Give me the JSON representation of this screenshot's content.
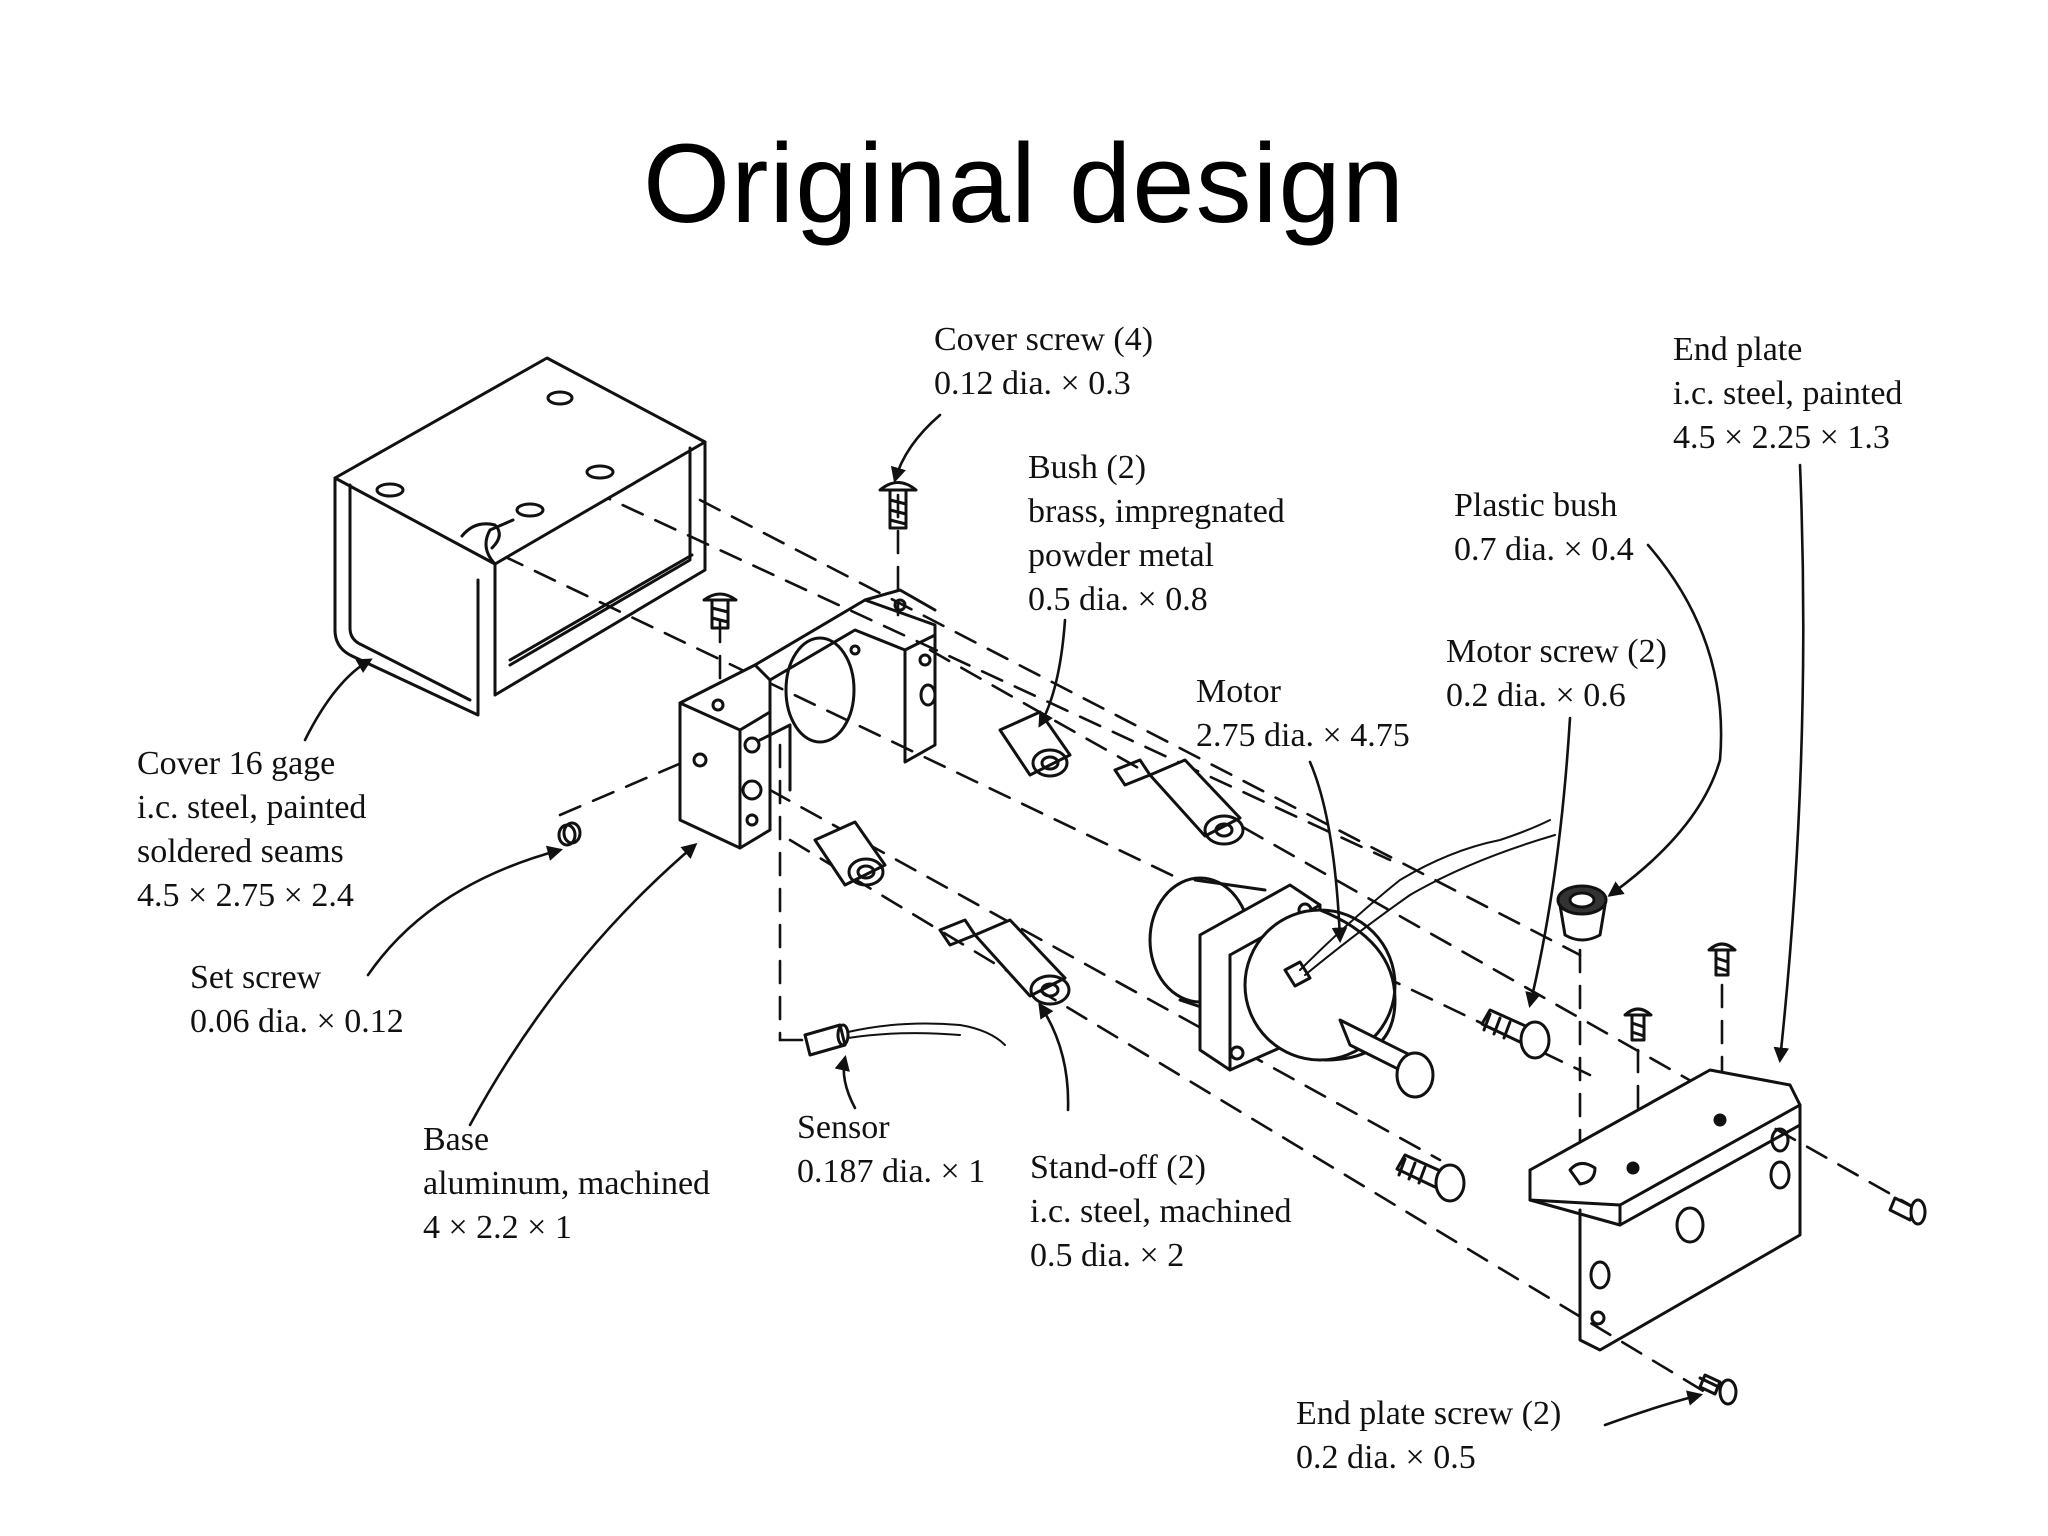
{
  "title": "Original design",
  "labels": {
    "cover_screw": [
      "Cover screw (4)",
      "0.12 dia. × 0.3"
    ],
    "end_plate": [
      "End plate",
      "i.c. steel, painted",
      "4.5 × 2.25 × 1.3"
    ],
    "bush": [
      "Bush (2)",
      "brass, impregnated",
      "powder metal",
      "0.5 dia. × 0.8"
    ],
    "plastic_bush": [
      "Plastic bush",
      "0.7 dia. × 0.4"
    ],
    "motor_screw": [
      "Motor screw (2)",
      "0.2 dia. × 0.6"
    ],
    "motor": [
      "Motor",
      "2.75 dia. × 4.75"
    ],
    "cover": [
      "Cover 16 gage",
      "i.c. steel, painted",
      "soldered seams",
      "4.5 × 2.75 × 2.4"
    ],
    "set_screw": [
      "Set screw",
      "0.06 dia. × 0.12"
    ],
    "base": [
      "Base",
      "aluminum, machined",
      "4 × 2.2 × 1"
    ],
    "sensor": [
      "Sensor",
      "0.187 dia. × 1"
    ],
    "standoff": [
      "Stand-off (2)",
      "i.c. steel, machined",
      "0.5 dia. × 2"
    ],
    "end_plate_screw": [
      "End plate screw (2)",
      "0.2 dia. × 0.5"
    ]
  }
}
